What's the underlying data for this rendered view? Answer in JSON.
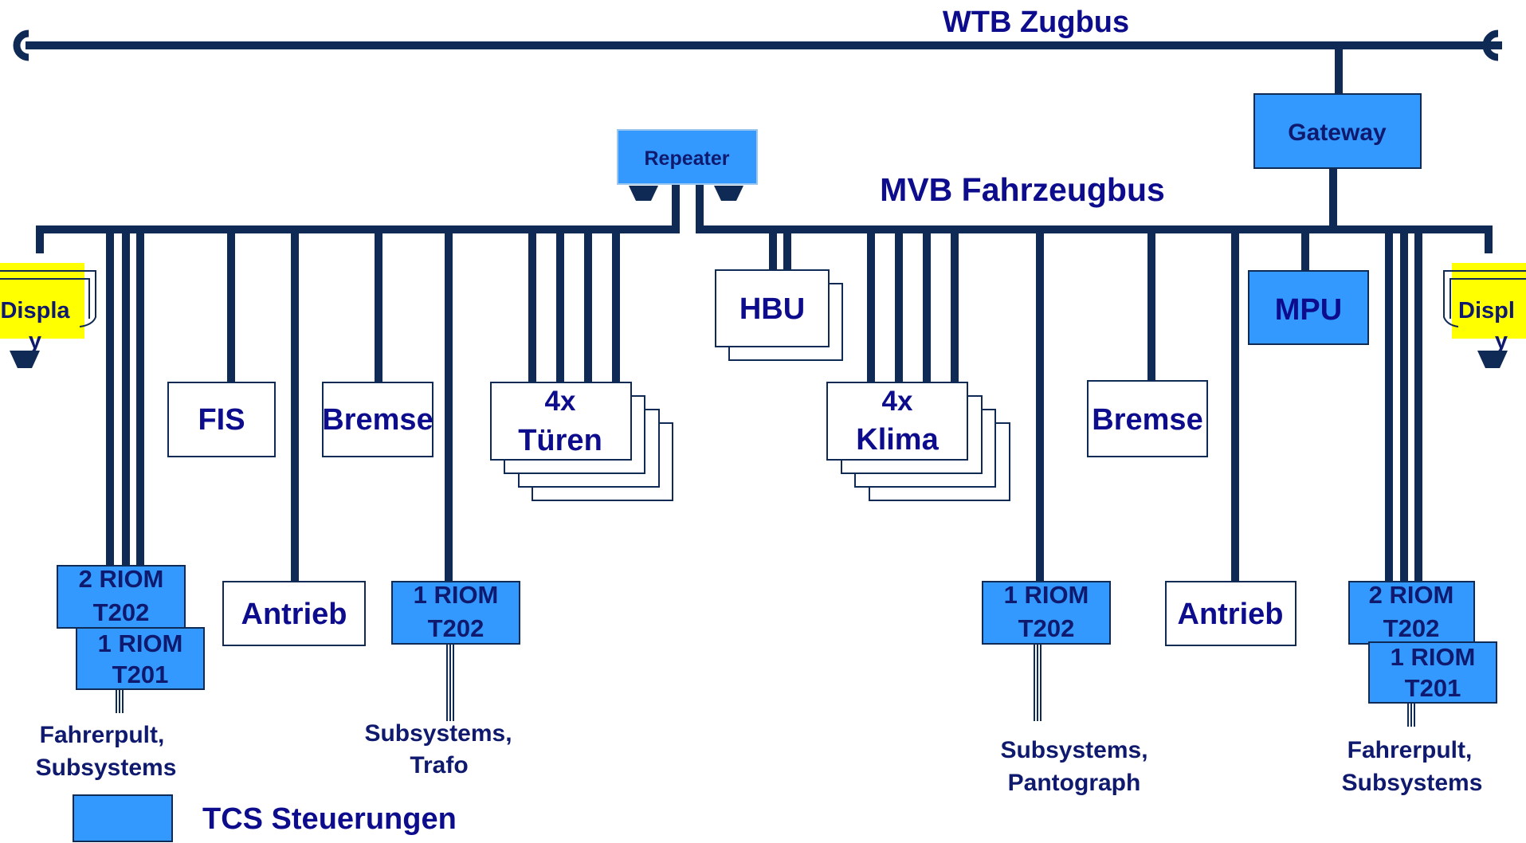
{
  "buses": {
    "wtb_label": "WTB Zugbus",
    "mvb_label": "MVB Fahrzeugbus"
  },
  "nodes": {
    "repeater": "Repeater",
    "gateway": "Gateway",
    "display_left": [
      "Displa",
      "y"
    ],
    "display_right": [
      "Displ",
      "y"
    ],
    "fis": "FIS",
    "bremse_left": "Bremse",
    "tueren": [
      "4x",
      "Türen"
    ],
    "hbu": "HBU",
    "klima": [
      "4x",
      "Klima"
    ],
    "bremse_right": "Bremse",
    "mpu": "MPU",
    "antrieb_left": "Antrieb",
    "antrieb_right": "Antrieb",
    "riom_left_t202": [
      "2 RIOM",
      "T202"
    ],
    "riom_left_t201": [
      "1 RIOM",
      "T201"
    ],
    "riom_mid_t202": [
      "1 RIOM",
      "T202"
    ],
    "riom_right_mid_t202": [
      "1 RIOM",
      "T202"
    ],
    "riom_right_t202": [
      "2 RIOM",
      "T202"
    ],
    "riom_right_t201": [
      "1 RIOM",
      "T201"
    ]
  },
  "captions": {
    "left": [
      "Fahrerpult,",
      "Subsystems"
    ],
    "mid": [
      "Subsystems,",
      "Trafo"
    ],
    "right_mid": [
      "Subsystems,",
      "Pantograph"
    ],
    "right": [
      "Fahrerpult,",
      "Subsystems"
    ]
  },
  "legend": {
    "label": "TCS Steuerungen",
    "color": "#3399ff"
  },
  "colors": {
    "bus_line": "#0f2a55",
    "tcs_fill": "#3399ff",
    "display_fill": "#ffff00",
    "text": "#0c0c8c"
  }
}
